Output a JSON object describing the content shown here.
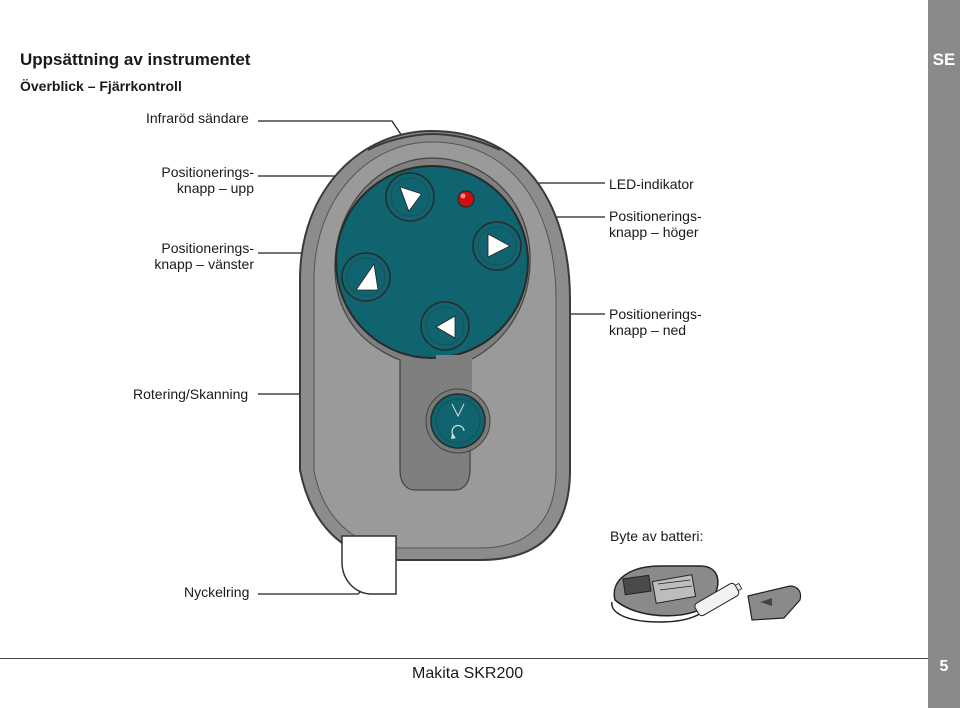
{
  "header": {
    "title": "Uppsättning av instrumentet",
    "subtitle": "Överblick – Fjärrkontroll"
  },
  "sidebar": {
    "language": "SE",
    "page_number": "5"
  },
  "labels": {
    "ir_sender": "Infraröd sändare",
    "btn_up_line1": "Positionerings-",
    "btn_up_line2": "knapp – upp",
    "btn_left_line1": "Positionerings-",
    "btn_left_line2": "knapp – vänster",
    "led": "LED-indikator",
    "btn_right_line1": "Positionerings-",
    "btn_right_line2": "knapp – höger",
    "btn_down_line1": "Positionerings-",
    "btn_down_line2": "knapp – ned",
    "rotation": "Rotering/Skanning",
    "battery": "Byte av batteri:",
    "keyring": "Nyckelring"
  },
  "footer": {
    "product": "Makita SKR200"
  },
  "colors": {
    "remote_body": "#8c8c8c",
    "remote_panel": "#0f6470",
    "led": "#d01010",
    "sidebar": "#8a8a8a"
  }
}
